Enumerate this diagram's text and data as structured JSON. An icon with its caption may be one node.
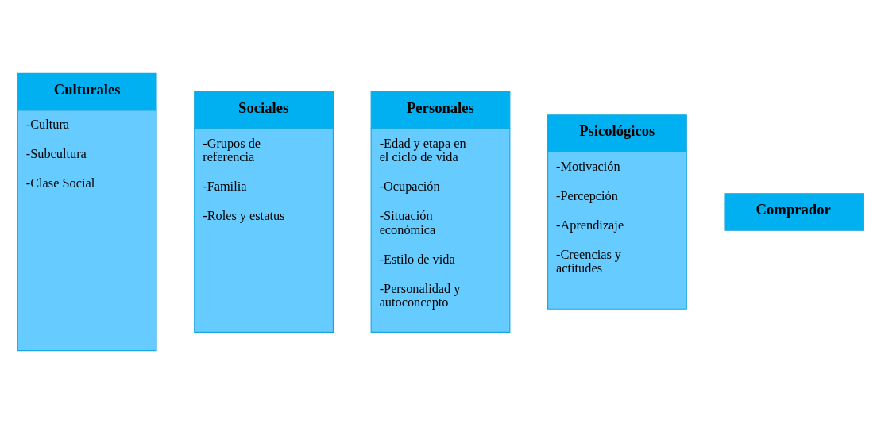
{
  "diagram": {
    "nodes": [
      {
        "text": [
          "Culturales",
          "-Cultura",
          "-Subcultura",
          "-Clase Social"
        ]
      },
      {
        "text": [
          "Sociales",
          "-Grupos de referencia",
          "-Familia",
          "-Roles y estatus"
        ]
      },
      {
        "text": [
          "Personales",
          "-Edad y etapa en el ciclo de vida",
          "-Ocupación",
          "-Situación económica",
          "-Estilo de vida",
          "-Personalidad y autoconcepto"
        ]
      },
      {
        "text": [
          "Psicológicos",
          "-Motivación",
          "-Percepción",
          "-Aprendizaje",
          "-Creencias y actitudes"
        ]
      },
      {
        "text": [
          "Comprador"
        ]
      }
    ],
    "edges": []
  }
}
